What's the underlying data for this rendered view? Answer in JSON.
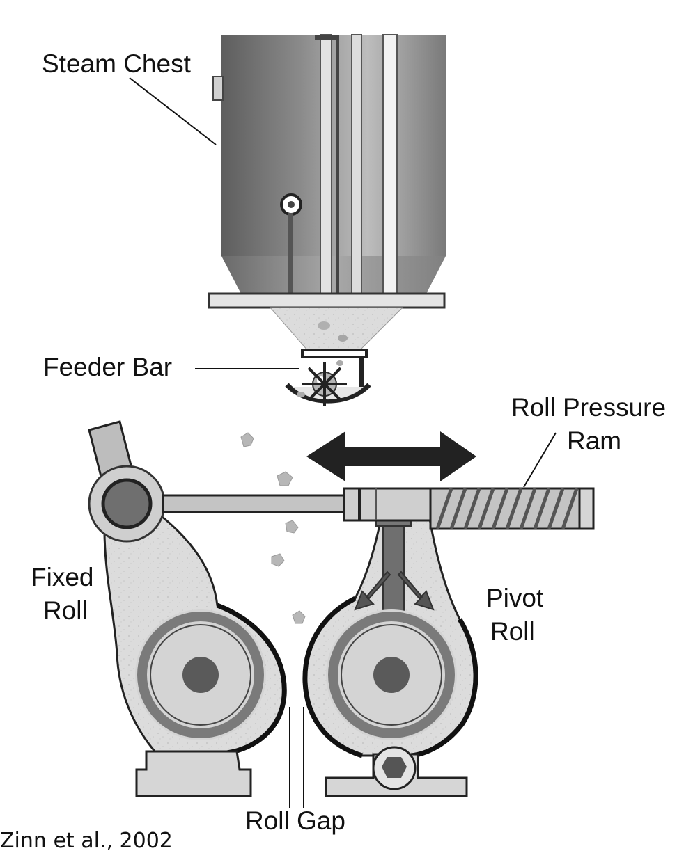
{
  "labels": {
    "steam_chest": "Steam Chest",
    "feeder_bar": "Feeder Bar",
    "roll_pressure_1": "Roll Pressure",
    "roll_pressure_2": "Ram",
    "fixed_roll_1": "Fixed",
    "fixed_roll_2": "Roll",
    "pivot_roll_1": "Pivot",
    "pivot_roll_2": "Roll",
    "roll_gap": "Roll Gap"
  },
  "citation": "Zinn et al., 2002",
  "colors": {
    "chest_light": "#c9c9c9",
    "chest_dark": "#6e6e6e",
    "housing_fill": "#d8d8d8",
    "roll_ring": "#7a7a7a",
    "roll_core": "#5a5a5a",
    "outline": "#111111",
    "arrow": "#222222"
  }
}
